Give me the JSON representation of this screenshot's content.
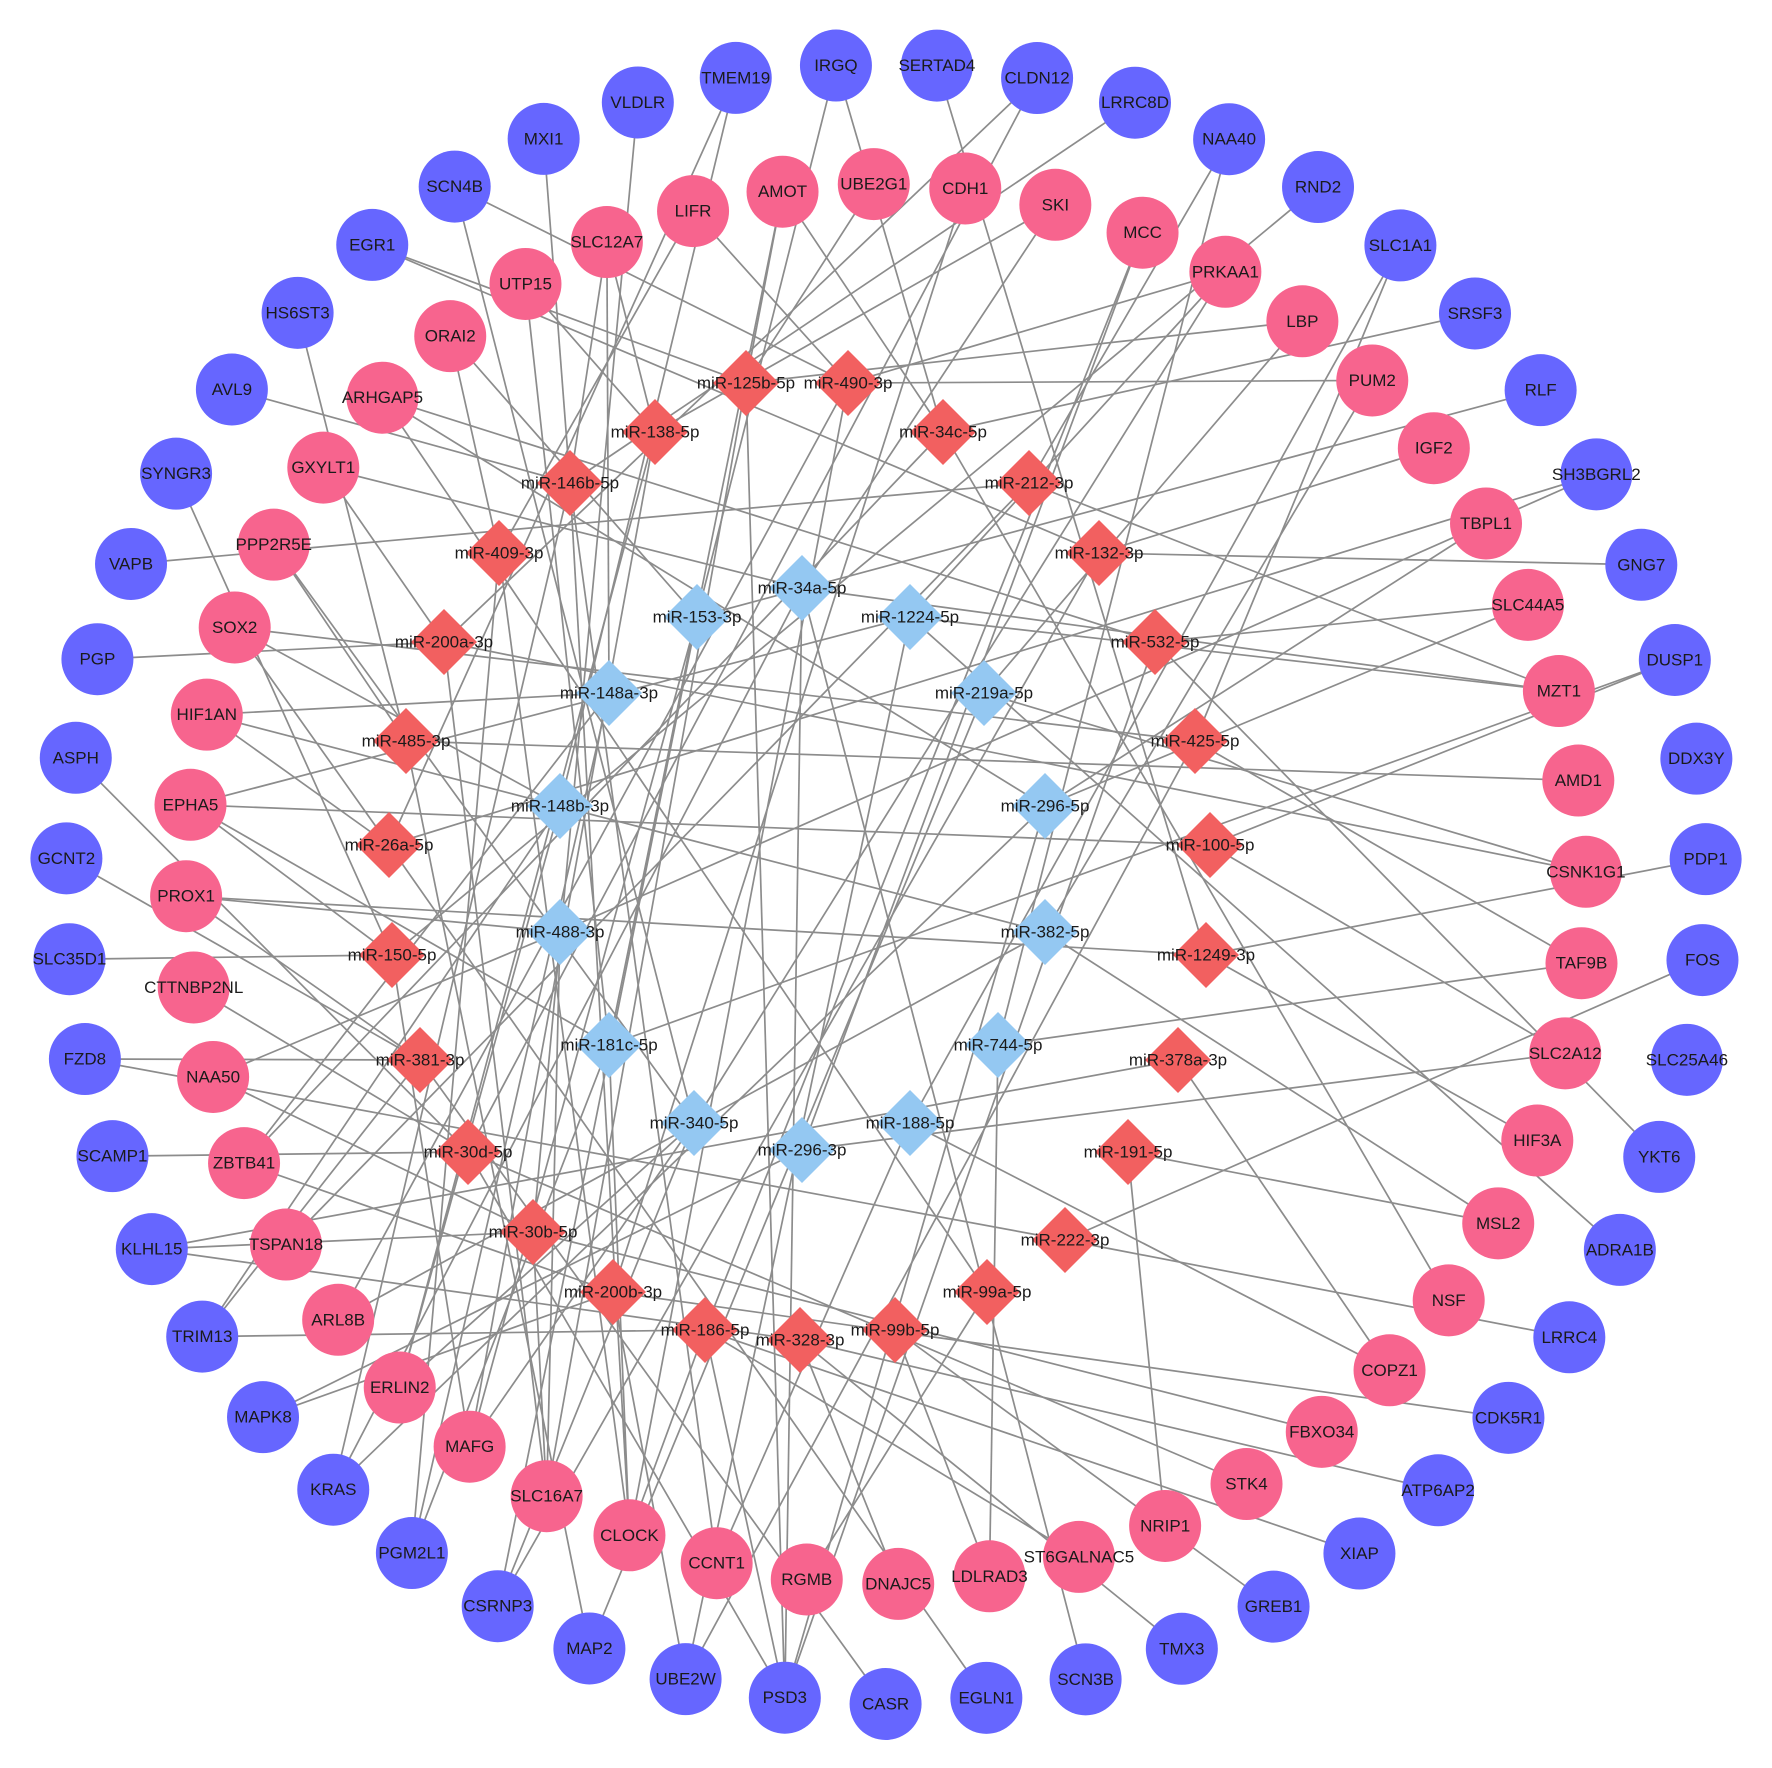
{
  "colors": {
    "outer_gene": "#6666ff",
    "inner_gene": "#f7648e",
    "mirna_red": "#f26060",
    "mirna_blue": "#94c8f2",
    "edge": "#8c8c8c"
  },
  "outer_genes": [
    "IRGQ",
    "SERTAD4",
    "CLDN12",
    "LRRC8D",
    "NAA40",
    "RND2",
    "SLC1A1",
    "SRSF3",
    "RLF",
    "SH3BGRL2",
    "GNG7",
    "DUSP1",
    "DDX3Y",
    "PDP1",
    "FOS",
    "SLC25A46",
    "YKT6",
    "ADRA1B",
    "LRRC4",
    "CDK5R1",
    "ATP6AP2",
    "XIAP",
    "GREB1",
    "TMX3",
    "SCN3B",
    "EGLN1",
    "CASR",
    "PSD3",
    "UBE2W",
    "MAP2",
    "CSRNP3",
    "PGM2L1",
    "KRAS",
    "MAPK8",
    "TRIM13",
    "KLHL15",
    "SCAMP1",
    "FZD8",
    "SLC35D1",
    "GCNT2",
    "ASPH",
    "PGP",
    "VAPB",
    "SYNGR3",
    "AVL9",
    "HS6ST3",
    "EGR1",
    "SCN4B",
    "MXI1",
    "VLDLR",
    "TMEM19"
  ],
  "inner_genes": [
    "SKI",
    "MCC",
    "PRKAA1",
    "LBP",
    "PUM2",
    "IGF2",
    "TBPL1",
    "SLC44A5",
    "MZT1",
    "AMD1",
    "CSNK1G1",
    "TAF9B",
    "SLC2A12",
    "HIF3A",
    "MSL2",
    "NSF",
    "COPZ1",
    "FBXO34",
    "STK4",
    "NRIP1",
    "ST6GALNAC5",
    "LDLRAD3",
    "DNAJC5",
    "RGMB",
    "CCNT1",
    "CLOCK",
    "SLC16A7",
    "MAFG",
    "ERLIN2",
    "ARL8B",
    "TSPAN18",
    "ZBTB41",
    "NAA50",
    "CTTNBP2NL",
    "PROX1",
    "EPHA5",
    "HIF1AN",
    "SOX2",
    "PPP2R5E",
    "GXYLT1",
    "ARHGAP5",
    "ORAI2",
    "UTP15",
    "SLC12A7",
    "LIFR",
    "AMOT",
    "UBE2G1",
    "CDH1"
  ],
  "mirnas_red": [
    "miR-125b-5p",
    "miR-490-3p",
    "miR-138-5p",
    "miR-34c-5p",
    "miR-146b-5p",
    "miR-212-3p",
    "miR-409-3p",
    "miR-132-3p",
    "miR-200a-3p",
    "miR-532-5p",
    "miR-485-3p",
    "miR-425-5p",
    "miR-26a-5p",
    "miR-100-5p",
    "miR-150-5p",
    "miR-1249-3p",
    "miR-381-3p",
    "miR-378a-3p",
    "miR-30d-5p",
    "miR-191-5p",
    "miR-30b-5p",
    "miR-222-3p",
    "miR-200b-3p",
    "miR-99a-5p",
    "miR-186-5p",
    "miR-328-3p",
    "miR-99b-5p"
  ],
  "mirnas_blue": [
    "miR-34a-5p",
    "miR-153-3p",
    "miR-1224-5p",
    "miR-148a-3p",
    "miR-219a-5p",
    "miR-148b-3p",
    "miR-296-5p",
    "miR-488-3p",
    "miR-382-5p",
    "miR-181c-5p",
    "miR-744-5p",
    "miR-340-5p",
    "miR-188-5p",
    "miR-296-3p"
  ],
  "edges": [
    [
      "miR-125b-5p",
      "UBE2G1"
    ],
    [
      "miR-125b-5p",
      "AMOT"
    ],
    [
      "miR-125b-5p",
      "EGR1"
    ],
    [
      "miR-125b-5p",
      "PSD3"
    ],
    [
      "miR-125b-5p",
      "SLC16A7"
    ],
    [
      "miR-125b-5p",
      "LBP"
    ],
    [
      "miR-490-3p",
      "LIFR"
    ],
    [
      "miR-490-3p",
      "PRKAA1"
    ],
    [
      "miR-490-3p",
      "CLOCK"
    ],
    [
      "miR-490-3p",
      "ARL8B"
    ],
    [
      "miR-490-3p",
      "SCN4B"
    ],
    [
      "miR-490-3p",
      "PUM2"
    ],
    [
      "miR-138-5p",
      "UTP15"
    ],
    [
      "miR-138-5p",
      "SKI"
    ],
    [
      "miR-138-5p",
      "ERLIN2"
    ],
    [
      "miR-138-5p",
      "MAFG"
    ],
    [
      "miR-138-5p",
      "SLC12A7"
    ],
    [
      "miR-34c-5p",
      "IRGQ"
    ],
    [
      "miR-34c-5p",
      "SRSF3"
    ],
    [
      "miR-34c-5p",
      "AMOT"
    ],
    [
      "miR-34c-5p",
      "NSF"
    ],
    [
      "miR-34c-5p",
      "ZBTB41"
    ],
    [
      "miR-146b-5p",
      "AVL9"
    ],
    [
      "miR-146b-5p",
      "MXI1"
    ],
    [
      "miR-146b-5p",
      "CCNT1"
    ],
    [
      "miR-146b-5p",
      "KRAS"
    ],
    [
      "miR-146b-5p",
      "SLC12A7"
    ],
    [
      "miR-146b-5p",
      "CLOCK"
    ],
    [
      "miR-146b-5p",
      "LRRC8D"
    ],
    [
      "miR-212-3p",
      "NAA40"
    ],
    [
      "miR-212-3p",
      "VAPB"
    ],
    [
      "miR-212-3p",
      "TSPAN18"
    ],
    [
      "miR-212-3p",
      "MZT1"
    ],
    [
      "miR-409-3p",
      "ORAI2"
    ],
    [
      "miR-409-3p",
      "LIFR"
    ],
    [
      "miR-409-3p",
      "CLOCK"
    ],
    [
      "miR-409-3p",
      "PGM2L1"
    ],
    [
      "miR-132-3p",
      "EGR1"
    ],
    [
      "miR-132-3p",
      "IGF2"
    ],
    [
      "miR-132-3p",
      "CSRNP3"
    ],
    [
      "miR-132-3p",
      "GNG7"
    ],
    [
      "miR-200a-3p",
      "GXYLT1"
    ],
    [
      "miR-200a-3p",
      "PGP"
    ],
    [
      "miR-200a-3p",
      "SLC16A7"
    ],
    [
      "miR-200a-3p",
      "CLDN12"
    ],
    [
      "miR-200a-3p",
      "CSNK1G1"
    ],
    [
      "miR-532-5p",
      "SLC44A5"
    ],
    [
      "miR-532-5p",
      "ARHGAP5"
    ],
    [
      "miR-532-5p",
      "YKT6"
    ],
    [
      "miR-532-5p",
      "PSD3"
    ],
    [
      "miR-485-3p",
      "PPP2R5E"
    ],
    [
      "miR-485-3p",
      "MAP2"
    ],
    [
      "miR-485-3p",
      "HS6ST3"
    ],
    [
      "miR-485-3p",
      "AMD1"
    ],
    [
      "miR-425-5p",
      "SLC1A1"
    ],
    [
      "miR-425-5p",
      "UBE2W"
    ],
    [
      "miR-425-5p",
      "SOX2"
    ],
    [
      "miR-425-5p",
      "TAF9B"
    ],
    [
      "miR-26a-5p",
      "HIF1AN"
    ],
    [
      "miR-26a-5p",
      "SOX2"
    ],
    [
      "miR-26a-5p",
      "EGLN1"
    ],
    [
      "miR-26a-5p",
      "SH3BGRL2"
    ],
    [
      "miR-26a-5p",
      "TMEM19"
    ],
    [
      "miR-100-5p",
      "DUSP1"
    ],
    [
      "miR-100-5p",
      "SLC2A12"
    ],
    [
      "miR-100-5p",
      "EPHA5"
    ],
    [
      "miR-150-5p",
      "SLC35D1"
    ],
    [
      "miR-150-5p",
      "EPHA5"
    ],
    [
      "miR-150-5p",
      "RND2"
    ],
    [
      "miR-150-5p",
      "MAFG"
    ],
    [
      "miR-150-5p",
      "SYNGR3"
    ],
    [
      "miR-1249-3p",
      "PDP1"
    ],
    [
      "miR-1249-3p",
      "HIF3A"
    ],
    [
      "miR-1249-3p",
      "SERTAD4"
    ],
    [
      "miR-1249-3p",
      "PROX1"
    ],
    [
      "miR-381-3p",
      "PROX1"
    ],
    [
      "miR-381-3p",
      "GCNT2"
    ],
    [
      "miR-381-3p",
      "FZD8"
    ],
    [
      "miR-381-3p",
      "CASR"
    ],
    [
      "miR-381-3p",
      "TRIM13"
    ],
    [
      "miR-378a-3p",
      "COPZ1"
    ],
    [
      "miR-378a-3p",
      "KLHL15"
    ],
    [
      "miR-30d-5p",
      "CTTNBP2NL"
    ],
    [
      "miR-30d-5p",
      "SCAMP1"
    ],
    [
      "miR-30d-5p",
      "CLDN12"
    ],
    [
      "miR-30d-5p",
      "PSD3"
    ],
    [
      "miR-30d-5p",
      "ASPH"
    ],
    [
      "miR-30d-5p",
      "STK4"
    ],
    [
      "miR-191-5p",
      "NRIP1"
    ],
    [
      "miR-191-5p",
      "MSL2"
    ],
    [
      "miR-30b-5p",
      "NAA50"
    ],
    [
      "miR-30b-5p",
      "KLHL15"
    ],
    [
      "miR-30b-5p",
      "FBXO34"
    ],
    [
      "miR-30b-5p",
      "SLC16A7"
    ],
    [
      "miR-30b-5p",
      "VLDLR"
    ],
    [
      "miR-222-3p",
      "FOS"
    ],
    [
      "miR-222-3p",
      "LRRC4"
    ],
    [
      "miR-222-3p",
      "FZD8"
    ],
    [
      "miR-200b-3p",
      "ZBTB41"
    ],
    [
      "miR-200b-3p",
      "MAPK8"
    ],
    [
      "miR-200b-3p",
      "CDK5R1"
    ],
    [
      "miR-200b-3p",
      "CDH1"
    ],
    [
      "miR-200b-3p",
      "UBE2W"
    ],
    [
      "miR-99a-5p",
      "RGMB"
    ],
    [
      "miR-99a-5p",
      "ARHGAP5"
    ],
    [
      "miR-186-5p",
      "CLOCK"
    ],
    [
      "miR-186-5p",
      "ST6GALNAC5"
    ],
    [
      "miR-186-5p",
      "TRIM13"
    ],
    [
      "miR-186-5p",
      "MCC"
    ],
    [
      "miR-186-5p",
      "XIAP"
    ],
    [
      "miR-186-5p",
      "PSD3"
    ],
    [
      "miR-328-3p",
      "DNAJC5"
    ],
    [
      "miR-328-3p",
      "TMX3"
    ],
    [
      "miR-328-3p",
      "KLHL15"
    ],
    [
      "miR-328-3p",
      "ATP6AP2"
    ],
    [
      "miR-99b-5p",
      "LDLRAD3"
    ],
    [
      "miR-99b-5p",
      "GREB1"
    ],
    [
      "miR-34a-5p",
      "SCN3B"
    ],
    [
      "miR-34a-5p",
      "MZT1"
    ],
    [
      "miR-34a-5p",
      "KRAS"
    ],
    [
      "miR-34a-5p",
      "SKI"
    ],
    [
      "miR-34a-5p",
      "GXYLT1"
    ],
    [
      "miR-34a-5p",
      "PSD3"
    ],
    [
      "miR-153-3p",
      "IRGQ"
    ],
    [
      "miR-153-3p",
      "RLF"
    ],
    [
      "miR-153-3p",
      "CSRNP3"
    ],
    [
      "miR-153-3p",
      "ORAI2"
    ],
    [
      "miR-153-3p",
      "MAFG"
    ],
    [
      "miR-1224-5p",
      "PRKAA1"
    ],
    [
      "miR-1224-5p",
      "ADRA1B"
    ],
    [
      "miR-1224-5p",
      "EPHA5"
    ],
    [
      "miR-1224-5p",
      "UBE2W"
    ],
    [
      "miR-1224-5p",
      "MZT1"
    ],
    [
      "miR-148a-3p",
      "ZBTB41"
    ],
    [
      "miR-148a-3p",
      "SLC12A7"
    ],
    [
      "miR-148a-3p",
      "PGM2L1"
    ],
    [
      "miR-148a-3p",
      "HIF1AN"
    ],
    [
      "miR-219a-5p",
      "LBP"
    ],
    [
      "miR-219a-5p",
      "CSNK1G1"
    ],
    [
      "miR-219a-5p",
      "MAP2"
    ],
    [
      "miR-148b-3p",
      "ERLIN2"
    ],
    [
      "miR-148b-3p",
      "TRIM13"
    ],
    [
      "miR-148b-3p",
      "SOX2"
    ],
    [
      "miR-148b-3p",
      "TMEM19"
    ],
    [
      "miR-296-5p",
      "ARHGAP5"
    ],
    [
      "miR-296-5p",
      "SLC44A5"
    ],
    [
      "miR-296-5p",
      "TBPL1"
    ],
    [
      "miR-296-5p",
      "PSD3"
    ],
    [
      "miR-296-5p",
      "KRAS"
    ],
    [
      "miR-488-3p",
      "NAA50"
    ],
    [
      "miR-488-3p",
      "SLC16A7"
    ],
    [
      "miR-488-3p",
      "PROX1"
    ],
    [
      "miR-488-3p",
      "SH3BGRL2"
    ],
    [
      "miR-382-5p",
      "MSL2"
    ],
    [
      "miR-382-5p",
      "PUM2"
    ],
    [
      "miR-382-5p",
      "ARL8B"
    ],
    [
      "miR-382-5p",
      "HIF1AN"
    ],
    [
      "miR-181c-5p",
      "CLOCK"
    ],
    [
      "miR-181c-5p",
      "AMOT"
    ],
    [
      "miR-181c-5p",
      "PGM2L1"
    ],
    [
      "miR-181c-5p",
      "UTP15"
    ],
    [
      "miR-181c-5p",
      "EPHA5"
    ],
    [
      "miR-181c-5p",
      "DUSP1"
    ],
    [
      "miR-744-5p",
      "LDLRAD3"
    ],
    [
      "miR-744-5p",
      "TAF9B"
    ],
    [
      "miR-744-5p",
      "NAA40"
    ],
    [
      "miR-340-5p",
      "MAFG"
    ],
    [
      "miR-340-5p",
      "ERLIN2"
    ],
    [
      "miR-340-5p",
      "SCN4B"
    ],
    [
      "miR-340-5p",
      "PRKAA1"
    ],
    [
      "miR-340-5p",
      "PPP2R5E"
    ],
    [
      "miR-340-5p",
      "CSRNP3"
    ],
    [
      "miR-188-5p",
      "COPZ1"
    ],
    [
      "miR-188-5p",
      "CCNT1"
    ],
    [
      "miR-188-5p",
      "SLC1A1"
    ],
    [
      "miR-296-3p",
      "SLC2A12"
    ],
    [
      "miR-296-3p",
      "MAPK8"
    ],
    [
      "miR-296-3p",
      "MCC"
    ]
  ]
}
